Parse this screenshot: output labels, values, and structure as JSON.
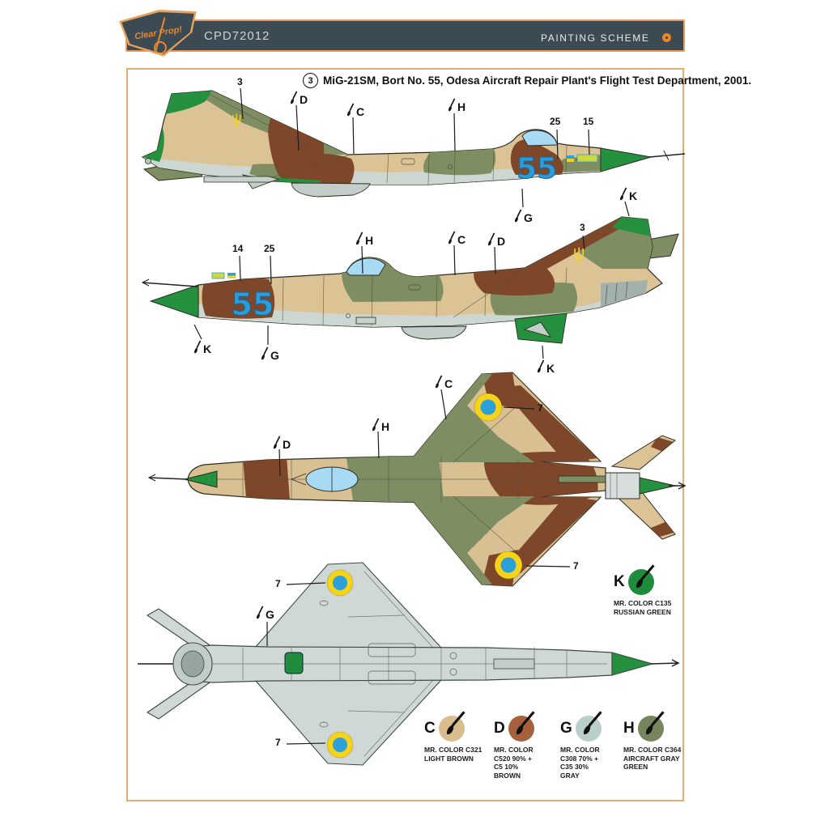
{
  "header": {
    "logo_text": "Clear Prop!",
    "product_code": "CPD72012",
    "section_title": "PAINTING SCHEME",
    "accent_color": "#e8872e",
    "bar_color": "#3c4a54"
  },
  "scheme": {
    "number": "3",
    "title": "MiG-21SM, Bort No. 55, Odesa Aircraft Repair Plant's Flight Test Department, 2001."
  },
  "markings": {
    "bort_number": "55"
  },
  "callouts": [
    {
      "label": "3",
      "type": "number"
    },
    {
      "label": "D",
      "type": "brush"
    },
    {
      "label": "C",
      "type": "brush"
    },
    {
      "label": "H",
      "type": "brush"
    },
    {
      "label": "25",
      "type": "number"
    },
    {
      "label": "15",
      "type": "number"
    },
    {
      "label": "G",
      "type": "brush"
    },
    {
      "label": "K",
      "type": "brush"
    },
    {
      "label": "14",
      "type": "number"
    },
    {
      "label": "25",
      "type": "number"
    },
    {
      "label": "H",
      "type": "brush"
    },
    {
      "label": "C",
      "type": "brush"
    },
    {
      "label": "D",
      "type": "brush"
    },
    {
      "label": "3",
      "type": "number"
    },
    {
      "label": "K",
      "type": "brush"
    },
    {
      "label": "G",
      "type": "brush"
    },
    {
      "label": "K",
      "type": "brush"
    },
    {
      "label": "C",
      "type": "brush"
    },
    {
      "label": "H",
      "type": "brush"
    },
    {
      "label": "D",
      "type": "brush"
    },
    {
      "label": "7",
      "type": "number"
    },
    {
      "label": "7",
      "type": "number"
    },
    {
      "label": "7",
      "type": "number"
    },
    {
      "label": "G",
      "type": "brush"
    },
    {
      "label": "7",
      "type": "number"
    }
  ],
  "paints": [
    {
      "letter": "K",
      "color": "#1e8b3d",
      "lines": [
        "MR. COLOR C135",
        "RUSSIAN GREEN"
      ]
    },
    {
      "letter": "C",
      "color": "#d9bd8f",
      "lines": [
        "MR. COLOR C321",
        "LIGHT BROWN"
      ]
    },
    {
      "letter": "D",
      "color": "#a4613c",
      "lines": [
        "MR. COLOR",
        "C520 90% +",
        "C5 10%",
        "BROWN"
      ]
    },
    {
      "letter": "G",
      "color": "#b9d0ca",
      "lines": [
        "MR. COLOR",
        "C308 70% +",
        "C35 30%",
        "GRAY"
      ]
    },
    {
      "letter": "H",
      "color": "#77855c",
      "lines": [
        "MR. COLOR C364",
        "AIRCRAFT GRAY",
        "GREEN"
      ]
    }
  ]
}
